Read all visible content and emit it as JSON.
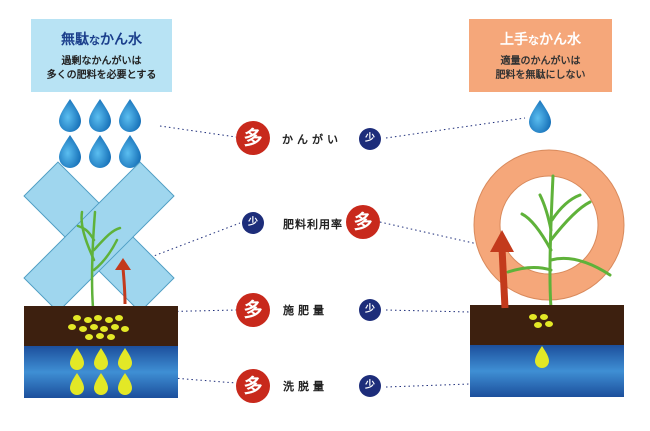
{
  "left_panel": {
    "title_prefix": "無駄",
    "title_mid": "な",
    "title_suffix": "かん水",
    "line1": "過剰なかんがいは",
    "line2": "多くの肥料を必要とする"
  },
  "right_panel": {
    "title_prefix": "上手",
    "title_mid": "な",
    "title_suffix": "かん水",
    "line1": "適量のかんがいは",
    "line2": "肥料を無駄にしない"
  },
  "rows": [
    {
      "left": "多",
      "label": "かんがい",
      "right": "少"
    },
    {
      "left": "少",
      "label": "肥料利用率",
      "right": "多"
    },
    {
      "left": "多",
      "label": "施肥量",
      "right": "少"
    },
    {
      "left": "多",
      "label": "洗脱量",
      "right": "少"
    }
  ],
  "colors": {
    "water": "#2c8fd0",
    "soil": "#3d200f",
    "groundwater": "#2d78c0",
    "fertilizer": "#e3e826",
    "cross": "#9fd6ee",
    "ring": "#f5a77a",
    "arrow": "#c33a1c",
    "plant": "#5fb23a",
    "many_badge": "#c8291c",
    "few_badge": "#1d2d7a"
  }
}
